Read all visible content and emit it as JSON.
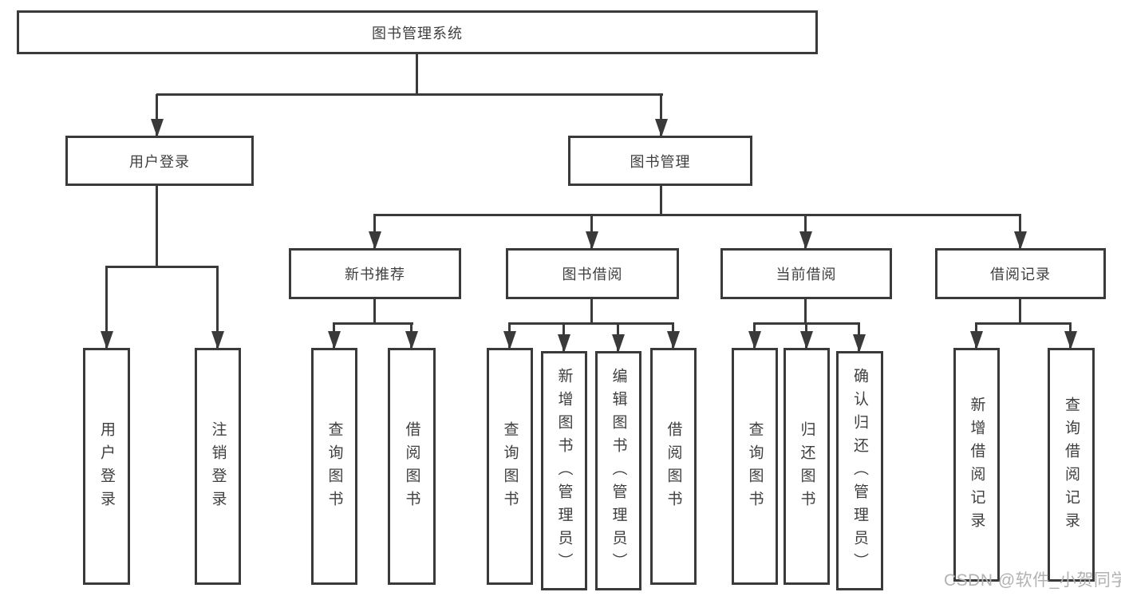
{
  "title": "图书管理系统",
  "colors": {
    "line": "#3a3a3a",
    "text": "#3f3f3f",
    "background": "#ffffff",
    "watermark": "#b2b2b2"
  },
  "tree": {
    "root": "图书管理系统",
    "level1": {
      "user_login": "用户登录",
      "book_mgmt": "图书管理"
    },
    "level2": {
      "new_book_rec": "新书推荐",
      "book_borrow": "图书借阅",
      "current_borrow": "当前借阅",
      "borrow_records": "借阅记录"
    },
    "leaves": {
      "user_login": [
        "用户登录",
        "注销登录"
      ],
      "new_book_rec": [
        "查询图书",
        "借阅图书"
      ],
      "book_borrow": [
        "查询图书",
        "新增图书（管理员）",
        "编辑图书（管理员）",
        "借阅图书"
      ],
      "current_borrow": [
        "查询图书",
        "归还图书",
        "确认归还（管理员）"
      ],
      "borrow_records": [
        "新增借阅记录",
        "查询借阅记录"
      ]
    }
  },
  "watermark": "CSDN @软件_小贺同学"
}
